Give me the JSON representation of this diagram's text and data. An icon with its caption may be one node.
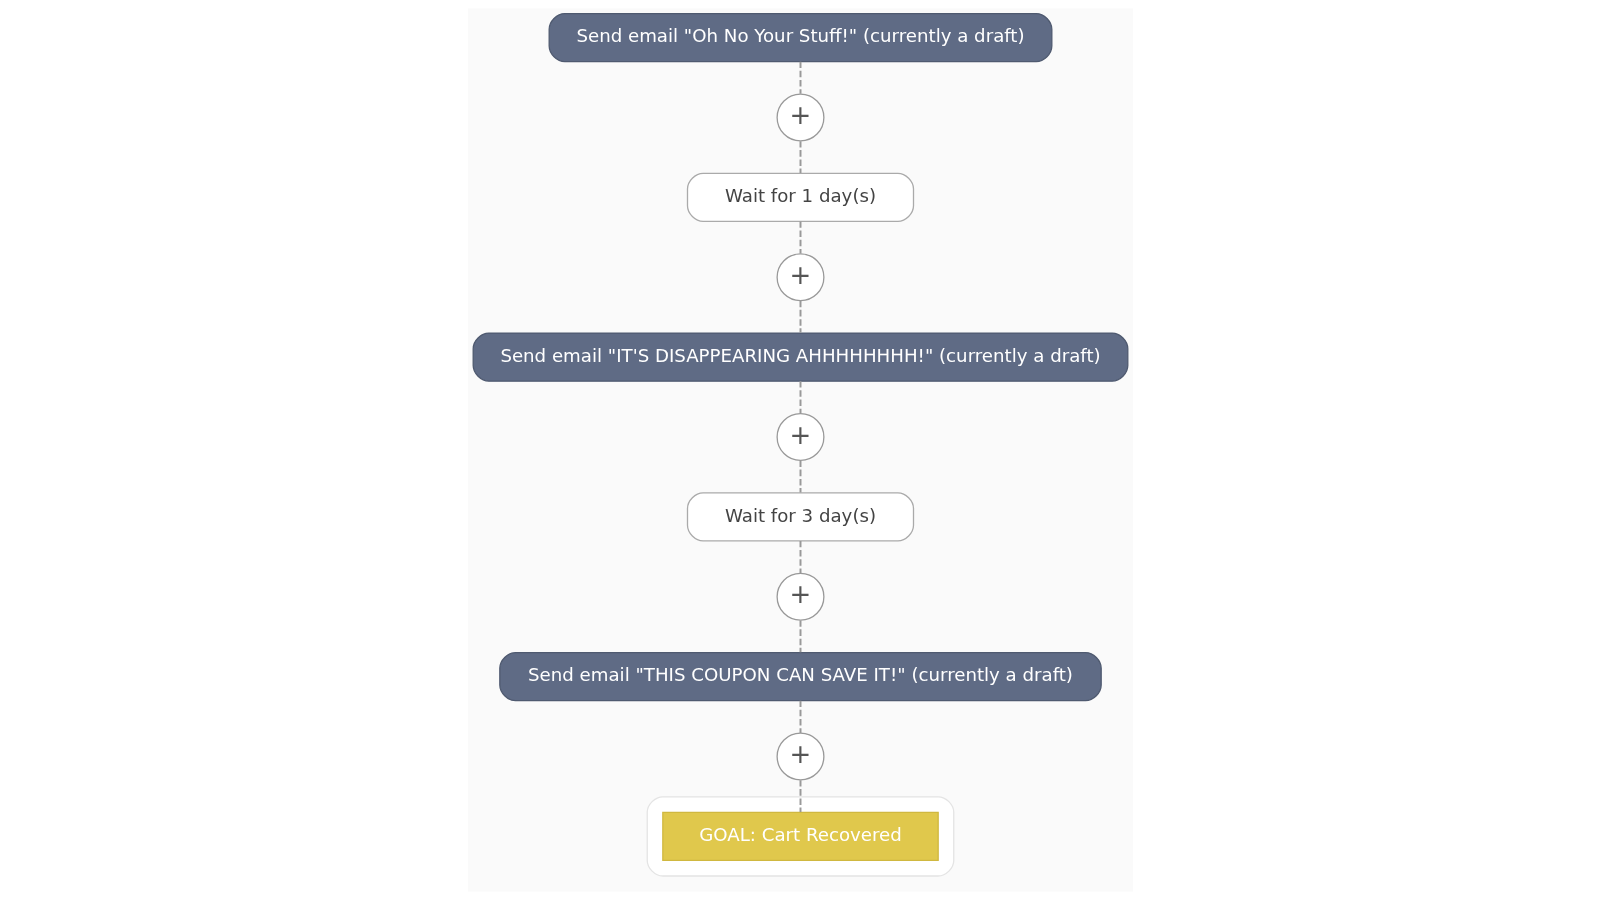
{
  "diagram": {
    "nodes": [
      {
        "text": [
          "Send email \"Oh No Your Stuff!\" (currently a draft)"
        ]
      },
      {
        "text": [
          "+"
        ]
      },
      {
        "text": [
          "Wait for 1 day(s)"
        ]
      },
      {
        "text": [
          "+"
        ]
      },
      {
        "text": [
          "Send email \"IT'S DISAPPEARING AHHHHHHHH!\" (currently a draft)"
        ]
      },
      {
        "text": [
          "+"
        ]
      },
      {
        "text": [
          "Wait for 3 day(s)"
        ]
      },
      {
        "text": [
          "+"
        ]
      },
      {
        "text": [
          "Send email \"THIS COUPON CAN SAVE IT!\" (currently a draft)"
        ]
      },
      {
        "text": [
          "+"
        ]
      },
      {
        "text": [],
        "shape": "box"
      },
      {
        "text": [
          "GOAL: Cart Recovered"
        ],
        "in": 10
      }
    ],
    "edges": [
      {
        "from": 0,
        "to": 1,
        "arrow": "none",
        "style": "dashed"
      },
      {
        "from": 1,
        "to": 2,
        "arrow": "none",
        "style": "dashed"
      },
      {
        "from": 2,
        "to": 3,
        "arrow": "none",
        "style": "dashed"
      },
      {
        "from": 3,
        "to": 4,
        "arrow": "none",
        "style": "dashed"
      },
      {
        "from": 4,
        "to": 5,
        "arrow": "none",
        "style": "dashed"
      },
      {
        "from": 5,
        "to": 6,
        "arrow": "none",
        "style": "dashed"
      },
      {
        "from": 6,
        "to": 7,
        "arrow": "none",
        "style": "dashed"
      },
      {
        "from": 7,
        "to": 8,
        "arrow": "none",
        "style": "dashed"
      },
      {
        "from": 8,
        "to": 9,
        "arrow": "none",
        "style": "dashed"
      },
      {
        "from": 9,
        "to": 11,
        "arrow": "none",
        "style": "dashed"
      }
    ]
  }
}
